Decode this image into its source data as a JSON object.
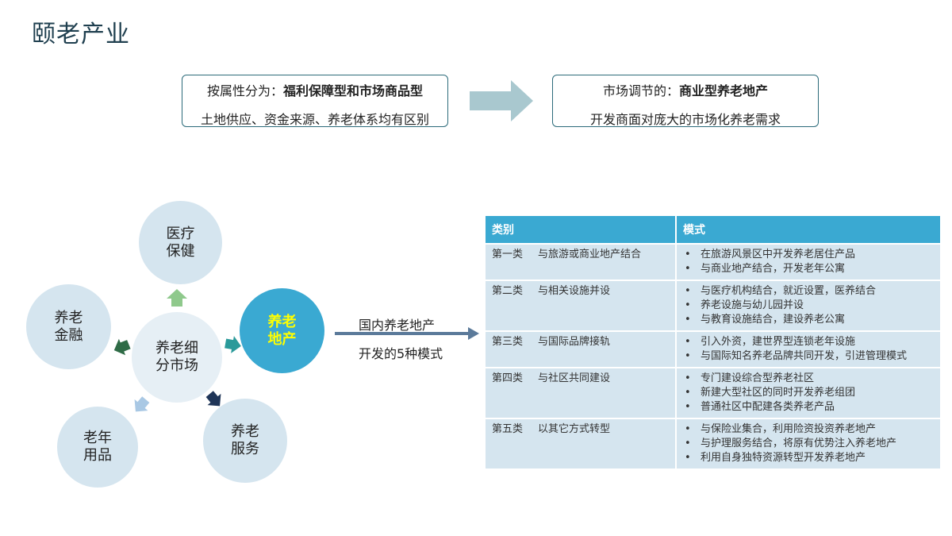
{
  "page": {
    "title": "颐老产业"
  },
  "attribute_box": {
    "line1_prefix": "按属性分为：",
    "line1_bold": "福利保障型和市场商品型",
    "line2": "土地供应、资金来源、养老体系均有区别"
  },
  "market_box": {
    "line1_prefix": "市场调节的：",
    "line1_bold": "商业型养老地产",
    "line2": "开发商面对庞大的市场化养老需求"
  },
  "circles": {
    "center": [
      "养老细",
      "分市场"
    ],
    "medical": [
      "医疗",
      "保健"
    ],
    "finance": [
      "养老",
      "金融"
    ],
    "goods": [
      "老年",
      "用品"
    ],
    "service": [
      "养老",
      "服务"
    ],
    "realestate": [
      "养老",
      "地产"
    ]
  },
  "mode_label": {
    "line1": "国内养老地产",
    "line2": "开发的5种模式"
  },
  "colors": {
    "accent_blue": "#3aa9d2",
    "light_blue": "#d5e5ef",
    "arrow_gray": "#a9c8cf",
    "highlight_yellow": "#ffff00"
  },
  "table": {
    "headers": [
      "类别",
      "模式"
    ],
    "rows": [
      {
        "name": "第一类",
        "desc": "与旅游或商业地产结合",
        "modes": [
          "在旅游风景区中开发养老居住产品",
          "与商业地产结合，开发老年公寓"
        ]
      },
      {
        "name": "第二类",
        "desc": "与相关设施并设",
        "modes": [
          "与医疗机构结合，就近设置，医养结合",
          "养老设施与幼儿园并设",
          "与教育设施结合，建设养老公寓"
        ]
      },
      {
        "name": "第三类",
        "desc": "与国际品牌接轨",
        "modes": [
          "引入外资，建世界型连锁老年设施",
          "与国际知名养老品牌共同开发，引进管理模式"
        ]
      },
      {
        "name": "第四类",
        "desc": "与社区共同建设",
        "modes": [
          "专门建设综合型养老社区",
          "新建大型社区的同时开发养老组团",
          "普通社区中配建各类养老产品"
        ]
      },
      {
        "name": "第五类",
        "desc": "以其它方式转型",
        "modes": [
          "与保险业集合，利用险资投资养老地产",
          "与护理服务结合，将原有优势注入养老地产",
          "利用自身独特资源转型开发养老地产"
        ]
      }
    ]
  }
}
